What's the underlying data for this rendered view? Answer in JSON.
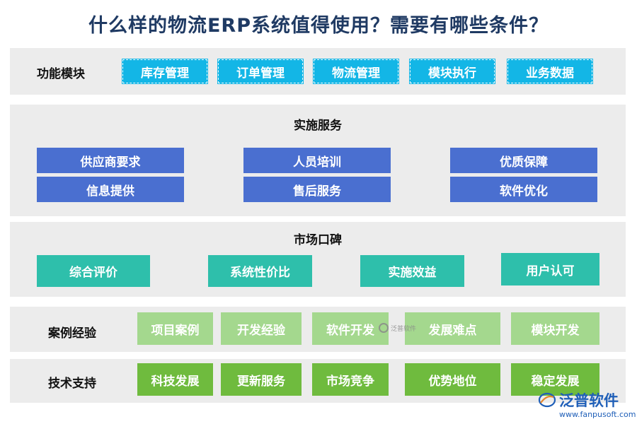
{
  "title": "什么样的物流ERP系统值得使用？需要有哪些条件？",
  "sections": {
    "modules": {
      "label": "功能模块",
      "items": [
        "库存管理",
        "订单管理",
        "物流管理",
        "模块执行",
        "业务数据"
      ]
    },
    "service": {
      "label": "实施服务",
      "items": [
        "供应商要求",
        "人员培训",
        "优质保障",
        "信息提供",
        "售后服务",
        "软件优化"
      ]
    },
    "reputation": {
      "label": "市场口碑",
      "items": [
        "综合评价",
        "系统性价比",
        "实施效益",
        "用户认可"
      ]
    },
    "cases": {
      "label": "案例经验",
      "items": [
        "项目案例",
        "开发经验",
        "软件开发",
        "发展难点",
        "模块开发"
      ]
    },
    "tech": {
      "label": "技术支持",
      "items": [
        "科技发展",
        "更新服务",
        "市场竞争",
        "优势地位",
        "稳定发展"
      ]
    }
  },
  "watermark": {
    "text": "泛普软件"
  },
  "brand": {
    "name": "泛普软件",
    "url": "www.fanpusoft.com",
    "icon": "fanpu-logo-icon"
  },
  "colors": {
    "title": "#1f3a63",
    "modules": "#13b6e6",
    "service": "#4a6fd0",
    "reputation": "#2ebfab",
    "cases": "#a4d88e",
    "tech": "#6fbb3e",
    "panel": "#ececec"
  }
}
